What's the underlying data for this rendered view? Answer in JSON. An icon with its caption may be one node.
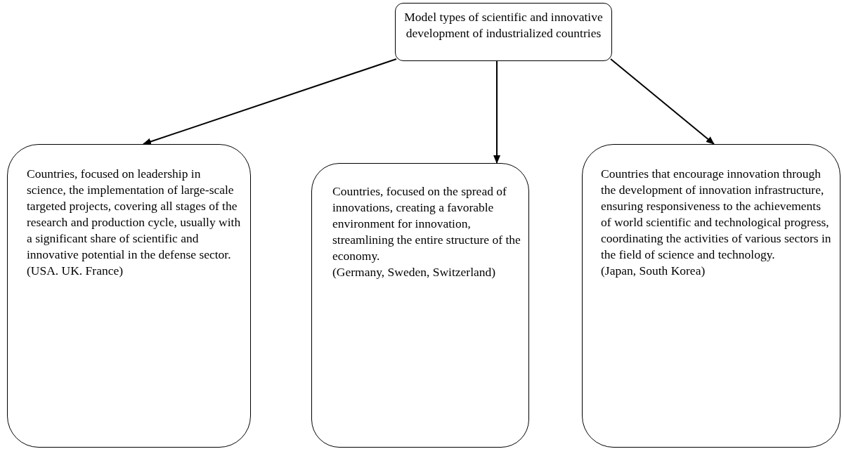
{
  "diagram": {
    "nodes": [
      {
        "text": [
          "Model types of scientific and innovative development of industrialized countries"
        ]
      },
      {
        "text": [
          "Countries, focused on leadership in science, the implementation of large-scale targeted projects, covering all stages of the research and production cycle, usually with a significant share of scientific and innovative potential in the defense sector.",
          "(USA. UK. France)"
        ]
      },
      {
        "text": [
          "Countries, focused on the spread of innovations, creating a favorable environment for innovation, streamlining the entire structure of the economy.",
          "(Germany, Sweden, Switzerland)"
        ]
      },
      {
        "text": [
          "Countries that encourage innovation through the development of innovation infrastructure, ensuring responsiveness to the achievements of world scientific and technological progress, coordinating the activities of various sectors in the field of science and technology.",
          "(Japan, South Korea)"
        ]
      }
    ],
    "edges": [
      {
        "from": 0,
        "to": 1,
        "arrow": "to"
      },
      {
        "from": 0,
        "to": 2,
        "arrow": "to"
      },
      {
        "from": 0,
        "to": 3,
        "arrow": "to"
      }
    ]
  }
}
